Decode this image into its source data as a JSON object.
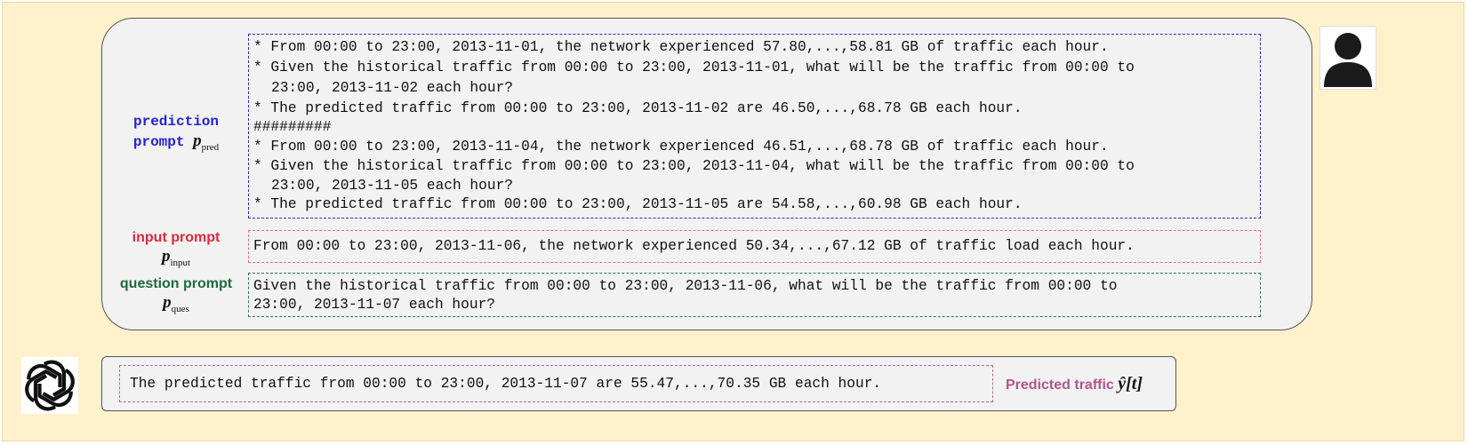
{
  "prediction_prompt": {
    "label_line1": "prediction",
    "label_line2": "prompt",
    "symbol": "p",
    "subscript": "pred",
    "lines": [
      "* From 00:00 to 23:00, 2013-11-01, the network experienced 57.80,...,58.81 GB of traffic each hour.",
      "* Given the historical traffic from 00:00 to 23:00, 2013-11-01, what will be the traffic from 00:00 to",
      "23:00, 2013-11-02 each hour?",
      "* The predicted traffic from 00:00 to 23:00, 2013-11-02 are 46.50,...,68.78 GB each hour.",
      "#########",
      "* From 00:00 to 23:00, 2013-11-04, the network experienced 46.51,...,68.78 GB of traffic each hour.",
      "* Given the historical traffic from 00:00 to 23:00, 2013-11-04, what will be the traffic from 00:00 to",
      "23:00, 2013-11-05 each hour?",
      "* The predicted traffic from 00:00 to 23:00, 2013-11-05 are 54.58,...,60.98 GB each hour."
    ]
  },
  "input_prompt": {
    "label": "input prompt",
    "symbol": "p",
    "subscript": "input",
    "text": "From 00:00 to 23:00, 2013-11-06, the network experienced 50.34,...,67.12 GB of traffic load each hour."
  },
  "question_prompt": {
    "label": "question prompt",
    "symbol": "p",
    "subscript": "ques",
    "lines": [
      "Given the historical traffic from 00:00 to 23:00, 2013-11-06, what will be the traffic from 00:00 to",
      "23:00, 2013-11-07 each hour?"
    ]
  },
  "output": {
    "text": "The predicted traffic from 00:00 to 23:00, 2013-11-07 are 55.47,...,70.35 GB each hour.",
    "label": "Predicted traffic",
    "symbol": "ŷ[t]"
  },
  "icons": {
    "user": "user-avatar-icon",
    "llm": "openai-logo-icon"
  },
  "colors": {
    "background": "#fff1cc",
    "panel": "#f2f2f2",
    "prediction": "#2323d0",
    "input": "#e0283c",
    "question": "#1f6b3c",
    "output": "#b0568d"
  }
}
